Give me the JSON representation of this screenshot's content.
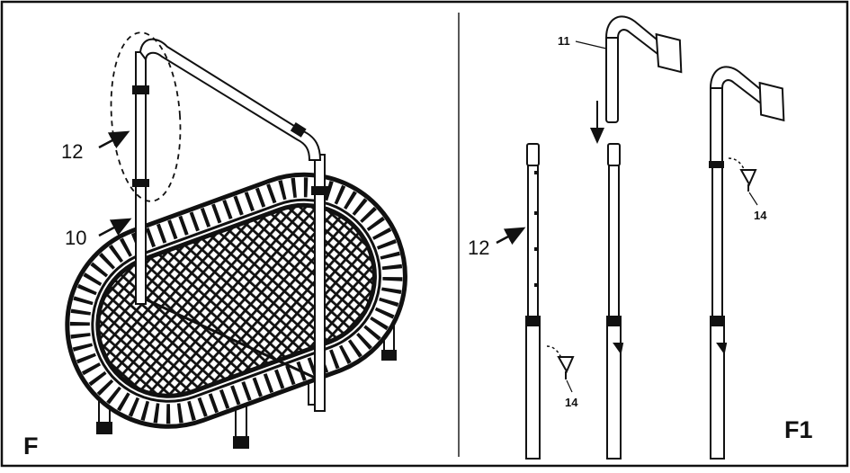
{
  "figure": {
    "left_panel": {
      "panel_label": "F",
      "callouts": {
        "upper_tube": "12",
        "lower_tube": "10"
      }
    },
    "right_panel": {
      "panel_label": "F1",
      "callouts": {
        "handle": "11",
        "tube": "12",
        "knob_step1": "14",
        "knob_step3": "14"
      }
    },
    "colors": {
      "line": "#111111",
      "background": "#ffffff"
    }
  }
}
